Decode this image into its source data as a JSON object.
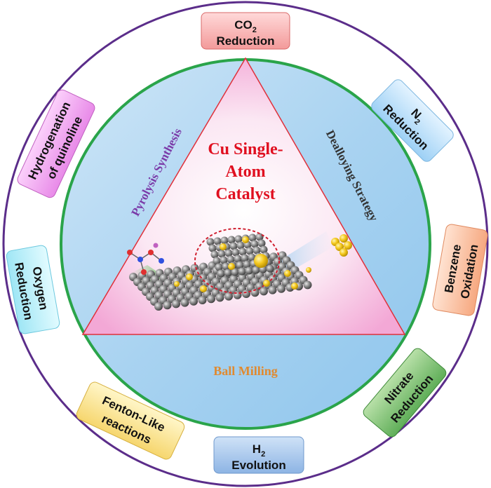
{
  "center": {
    "line1": "Cu Single-",
    "line2": "Atom",
    "line3": "Catalyst"
  },
  "methods": {
    "left": "Pyrolysis Synthesis",
    "right": "Dealloying Strategy",
    "bottom": "Ball Milling"
  },
  "applications": {
    "co2": {
      "main": "CO",
      "sub": "2",
      "line2": "Reduction"
    },
    "n2": {
      "main": "N",
      "sub": "2",
      "line2": "Reduction"
    },
    "benzene": {
      "line1": "Benzene",
      "line2": "Oxidation"
    },
    "nitrate": {
      "line1": "Nitrate",
      "line2": "Reduction"
    },
    "h2": {
      "main": "H",
      "sub": "2",
      "line2": "Evolution"
    },
    "fenton": {
      "line1": "Fenton-Like",
      "line2": "reactions"
    },
    "oxygen": {
      "line1": "Oxygen",
      "line2": "Reduction"
    },
    "hydro": {
      "line1": "Hydrogenation",
      "line2": "of quinoline"
    }
  },
  "colors": {
    "outer_ring": "#5b2d8a",
    "inner_ring": "#2aa44a",
    "triangle": "#e0303a",
    "center_text": "#e01020",
    "method_left": "#7a3aa8",
    "method_right": "#333333",
    "method_bottom": "#e08a30"
  }
}
